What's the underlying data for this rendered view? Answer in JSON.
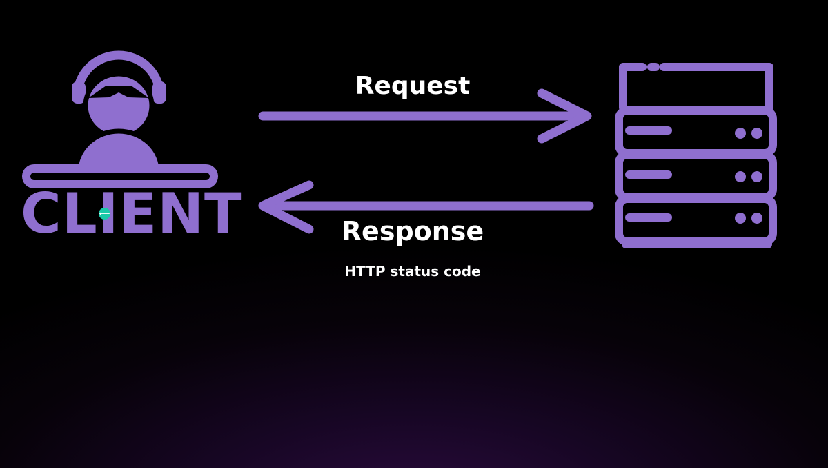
{
  "diagram": {
    "client_label": "CLIENT",
    "request_label": "Request",
    "response_label": "Response",
    "status_label": "HTTP status code"
  },
  "colors": {
    "accent": "#8f6fcf",
    "text": "#ffffff",
    "background": "#000000",
    "glow": "#2a0b3d",
    "cursor": "#19c9a8"
  },
  "icons": {
    "client": "person-with-headset-icon",
    "server": "server-rack-icon",
    "cursor": "cursor-indicator-icon"
  }
}
